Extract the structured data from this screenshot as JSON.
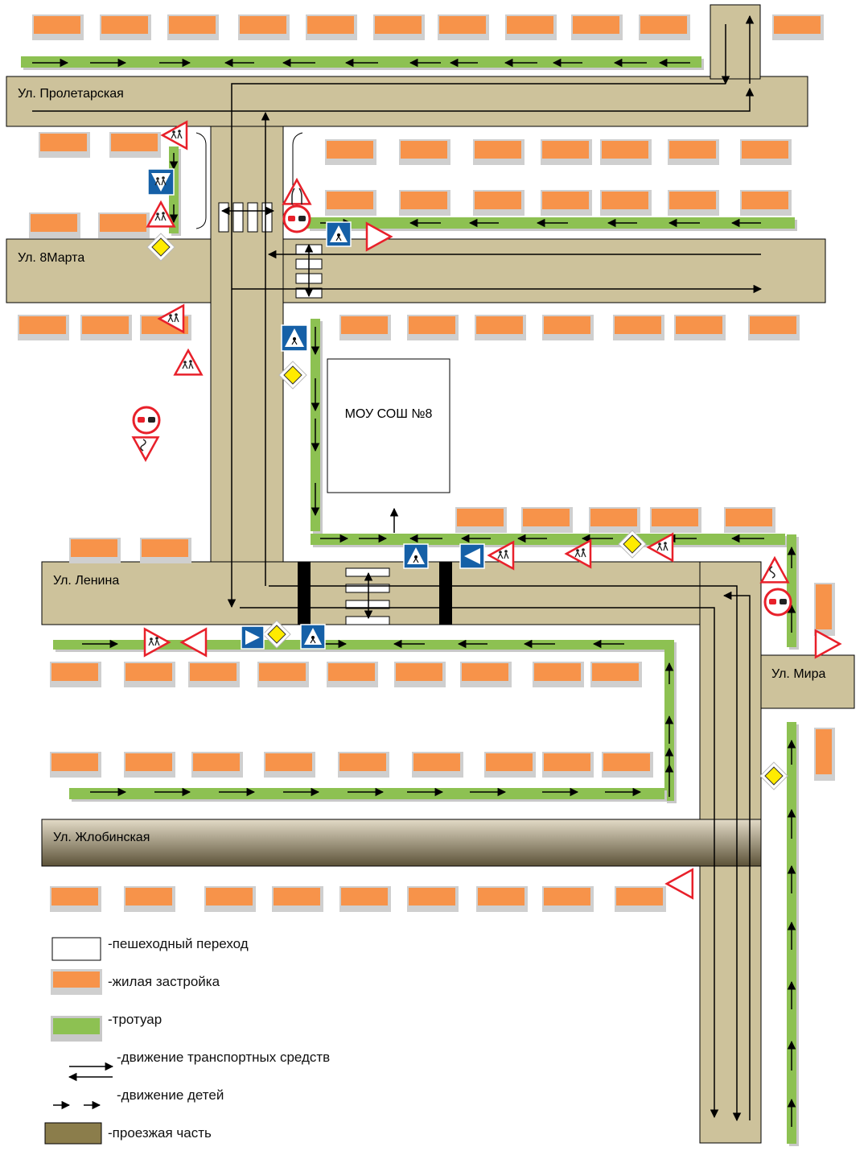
{
  "colors": {
    "road": "#cdc29b",
    "road_outline": "#000000",
    "building": "#f7934a",
    "building_shadow": "#cfcfcf",
    "sidewalk": "#8dc152",
    "sidewalk_shadow": "#c8c8c8",
    "zhlobinskaya_top": "#e3dbc7",
    "zhlobinskaya_bottom": "#5c5238",
    "driveway_legend": "#8b7d4b",
    "sign_red": "#e8202a",
    "sign_blue": "#1560a7",
    "priority_yellow": "#ffeb00",
    "black": "#000000"
  },
  "streets": {
    "proletarskaya": "Ул. Пролетарская",
    "march8": "Ул. 8Марта",
    "lenina": "Ул. Ленина",
    "mira": "Ул. Мира",
    "zhlobinskaya": "Ул. Жлобинская"
  },
  "school": {
    "label": "МОУ СОШ №8"
  },
  "legend": {
    "crossing": "-пешеходный переход",
    "housing": "-жилая застройка",
    "sidewalk": "-тротуар",
    "traffic": "-движение транспортных средств",
    "children": "-движение детей",
    "roadway": "-проезжая часть"
  },
  "icons": {
    "children_warning": "children-warning-sign-icon",
    "give_way": "give-way-sign-icon",
    "priority_road": "priority-road-sign-icon",
    "pedestrian_crossing": "pedestrian-crossing-sign-icon",
    "no_overtaking": "no-overtaking-sign-icon",
    "road_narrows": "road-narrows-sign-icon",
    "winding_road": "winding-road-sign-icon",
    "keep_direction": "keep-direction-sign-icon"
  }
}
